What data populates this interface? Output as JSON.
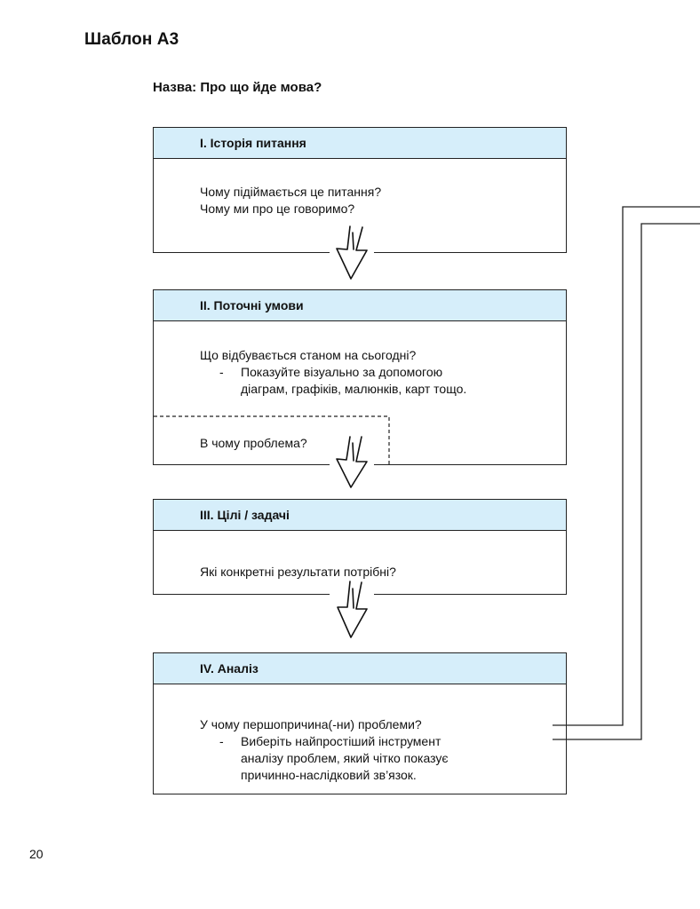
{
  "page": {
    "title": "Шаблон А3",
    "subtitle": "Назва: Про що йде мова?",
    "page_number": "20"
  },
  "colors": {
    "header_fill": "#d6eefa",
    "line": "#222222"
  },
  "sections": {
    "history": {
      "header": "I. Історія питання",
      "line1": "Чому підіймається це питання?",
      "line2": "Чому ми про це говоримо?"
    },
    "current": {
      "header": "II. Поточні умови",
      "line1": "Що відбувається станом на сьогодні?",
      "bullet_dash": "-",
      "bullet_line1": "Показуйте візуально за допомогою",
      "bullet_line2": "діаграм, графіків, малюнків, карт тощо.",
      "problem": "В чому проблема?"
    },
    "goals": {
      "header": "III. Цілі / задачі",
      "line1": "Які конкретні результати потрібні?"
    },
    "analysis": {
      "header": "IV. Аналіз",
      "line1": "У чому першопричина(-ни) проблеми?",
      "bullet_dash": "-",
      "bullet_line1": "Виберіть найпростіший інструмент",
      "bullet_line2": "аналізу проблем, який чітко показує",
      "bullet_line3": "причинно-наслідковий зв’язок."
    }
  }
}
